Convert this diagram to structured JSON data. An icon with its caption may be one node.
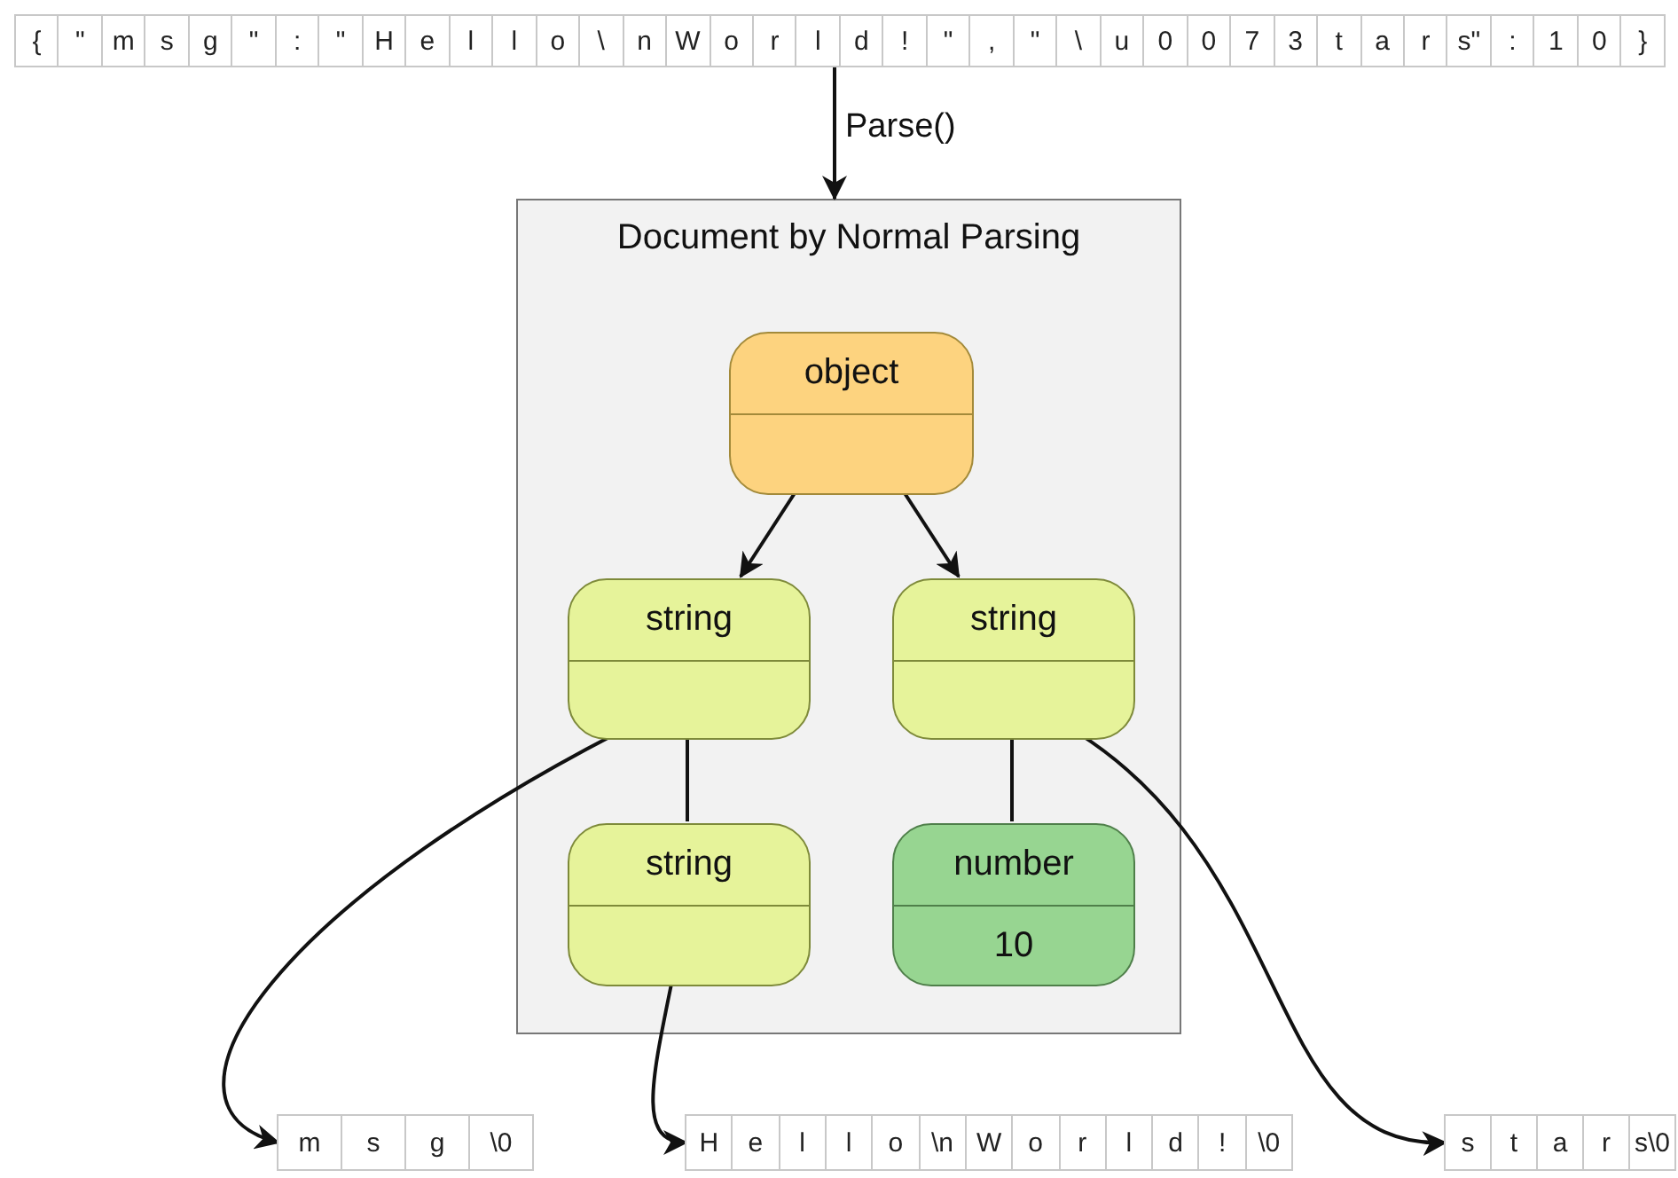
{
  "diagram": {
    "nodes": [
      {
        "text": [
          "{",
          "\"",
          "m",
          "s",
          "g",
          "\"",
          ":",
          "\"",
          "H",
          "e",
          "l",
          "l",
          "o",
          "\\",
          "n",
          "W",
          "o",
          "r",
          "l",
          "d",
          "!",
          "\"",
          ",",
          "\"",
          "\\",
          "u",
          "0",
          "0",
          "7",
          "3",
          "t",
          "a",
          "r",
          "s\"",
          ":",
          "1",
          "0",
          "}"
        ]
      },
      {
        "text": [
          "Document by Normal Parsing"
        ]
      },
      {
        "text": [
          "object"
        ],
        "in": 1
      },
      {
        "text": [
          "string"
        ],
        "in": 1
      },
      {
        "text": [
          "string"
        ],
        "in": 1
      },
      {
        "text": [
          "string"
        ],
        "in": 1
      },
      {
        "text": [
          "number",
          "10"
        ],
        "in": 1
      },
      {
        "text": [
          "m",
          "s",
          "g",
          "\\0"
        ]
      },
      {
        "text": [
          "H",
          "e",
          "l",
          "l",
          "o",
          "\\n",
          "W",
          "o",
          "r",
          "l",
          "d",
          "!",
          "\\0"
        ]
      },
      {
        "text": [
          "s",
          "t",
          "a",
          "r",
          "s\\0"
        ]
      }
    ],
    "edges": [
      {
        "from": 0,
        "to": 1,
        "arrow": "to",
        "label": "Parse()"
      },
      {
        "from": 2,
        "to": 3,
        "arrow": "to"
      },
      {
        "from": 2,
        "to": 4,
        "arrow": "to"
      },
      {
        "from": 3,
        "to": 5,
        "arrow": "none"
      },
      {
        "from": 4,
        "to": 6,
        "arrow": "none"
      },
      {
        "from": 3,
        "to": 7,
        "arrow": "to"
      },
      {
        "from": 5,
        "to": 8,
        "arrow": "to"
      },
      {
        "from": 4,
        "to": 9,
        "arrow": "to"
      }
    ]
  }
}
